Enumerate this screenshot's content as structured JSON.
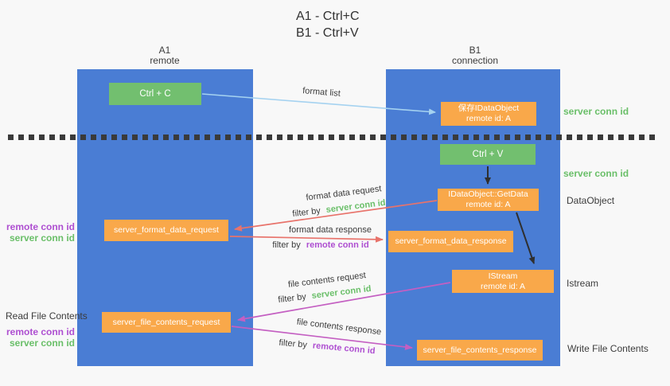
{
  "title": {
    "line1": "A1 - Ctrl+C",
    "line2": "B1 - Ctrl+V"
  },
  "lanes": {
    "left": {
      "name": "A1",
      "role": "remote"
    },
    "right": {
      "name": "B1",
      "role": "connection"
    }
  },
  "nodes": {
    "ctrl_c": {
      "label": "Ctrl + C"
    },
    "save_idataobject": {
      "line1": "保存IDataObject",
      "line2": "remote id: A"
    },
    "ctrl_v": {
      "label": "Ctrl + V"
    },
    "getdata": {
      "line1": "IDataObject::GetData",
      "line2": "remote id: A"
    },
    "format_request": {
      "label": "server_format_data_request"
    },
    "format_response": {
      "label": "server_format_data_response"
    },
    "istream": {
      "line1": "IStream",
      "line2": "remote id: A"
    },
    "file_request": {
      "label": "server_file_contents_request"
    },
    "file_response": {
      "label": "server_file_contents_response"
    }
  },
  "edge_labels": {
    "format_list": "format list",
    "format_data_request": "format data request",
    "format_data_response": "format data response",
    "file_contents_request": "file contents request",
    "file_contents_response": "file contents response",
    "filter_by": "filter by",
    "server_conn_id": "server conn id",
    "remote_conn_id": "remote conn id"
  },
  "side_labels": {
    "server_conn_id_top": "server conn id",
    "server_conn_id_mid": "server conn id",
    "dataobject": "DataObject",
    "istream": "Istream",
    "write_file_contents": "Write File Contents",
    "read_file_contents": "Read File Contents",
    "remote_conn_id": "remote conn id",
    "server_conn_id": "server conn id"
  },
  "colors": {
    "lane_blue": "#4a7dd4",
    "node_green": "#72bf6f",
    "node_orange": "#f9a84a",
    "arrow_black": "#2f2f2f",
    "arrow_lightblue": "#a5d2f0",
    "arrow_salmon": "#e8736b",
    "arrow_magenta": "#c45fc2",
    "text_green": "#6abf69",
    "text_purple": "#ae4fd1",
    "text_dark": "#3c3c3c",
    "background": "#f8f8f8"
  }
}
